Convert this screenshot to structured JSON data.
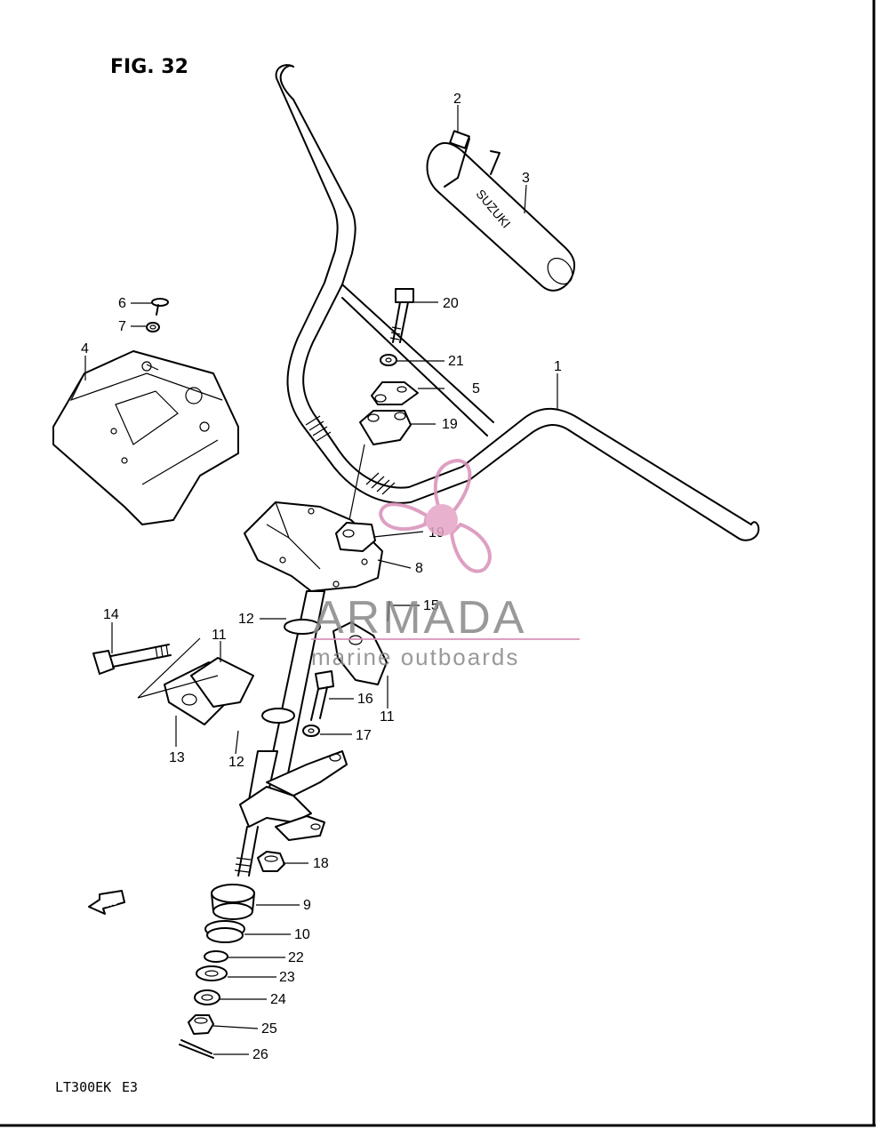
{
  "figure": {
    "title": "FIG. 32",
    "model_code": "LT300EK",
    "region": "E3"
  },
  "grip_brand_text": "SUZUKI",
  "fwd_label": "FWD",
  "watermark": {
    "brand": "ARMADA",
    "tagline": "marine outboards",
    "accent_color": "#d98fb8",
    "text_color": "#888888"
  },
  "callouts": [
    {
      "id": "c1",
      "label": "1"
    },
    {
      "id": "c2",
      "label": "2"
    },
    {
      "id": "c3",
      "label": "3"
    },
    {
      "id": "c4",
      "label": "4"
    },
    {
      "id": "c5",
      "label": "5"
    },
    {
      "id": "c6",
      "label": "6"
    },
    {
      "id": "c7",
      "label": "7"
    },
    {
      "id": "c8",
      "label": "8"
    },
    {
      "id": "c9",
      "label": "9"
    },
    {
      "id": "c10",
      "label": "10"
    },
    {
      "id": "c11a",
      "label": "11"
    },
    {
      "id": "c11b",
      "label": "11"
    },
    {
      "id": "c12a",
      "label": "12"
    },
    {
      "id": "c12b",
      "label": "12"
    },
    {
      "id": "c13",
      "label": "13"
    },
    {
      "id": "c14",
      "label": "14"
    },
    {
      "id": "c15",
      "label": "15"
    },
    {
      "id": "c16",
      "label": "16"
    },
    {
      "id": "c17",
      "label": "17"
    },
    {
      "id": "c18",
      "label": "18"
    },
    {
      "id": "c19a",
      "label": "19"
    },
    {
      "id": "c19b",
      "label": "19"
    },
    {
      "id": "c20",
      "label": "20"
    },
    {
      "id": "c21",
      "label": "21"
    },
    {
      "id": "c22",
      "label": "22"
    },
    {
      "id": "c23",
      "label": "23"
    },
    {
      "id": "c24",
      "label": "24"
    },
    {
      "id": "c25",
      "label": "25"
    },
    {
      "id": "c26",
      "label": "26"
    }
  ]
}
